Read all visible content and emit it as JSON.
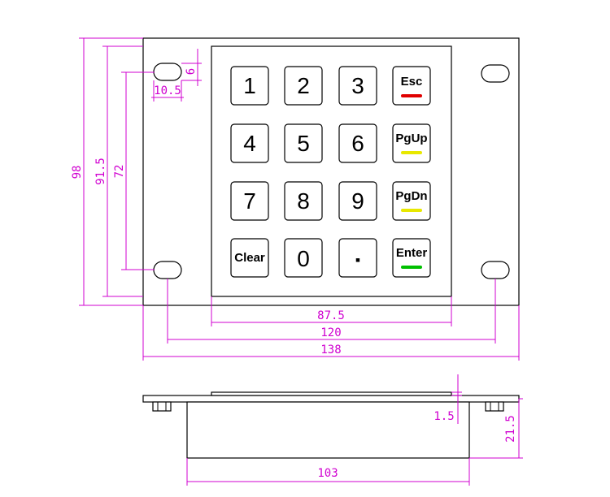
{
  "keys": {
    "k1": "1",
    "k2": "2",
    "k3": "3",
    "esc": "Esc",
    "k4": "4",
    "k5": "5",
    "k6": "6",
    "pgup": "PgUp",
    "k7": "7",
    "k8": "8",
    "k9": "9",
    "pgdn": "PgDn",
    "clear": "Clear",
    "k0": "0",
    "dot": "▪",
    "enter": "Enter"
  },
  "key_colors": {
    "esc": "#e00000",
    "pgup": "#e8e800",
    "pgdn": "#e8e800",
    "enter": "#00c000"
  },
  "dimensions": {
    "width_total": "138",
    "height_total": "98",
    "hole_x_spacing": "120",
    "hole_y_spacing_outer": "91.5",
    "hole_y_spacing_inner": "72",
    "keypad_width": "87.5",
    "slot_width": "10.5",
    "slot_height": "6",
    "plate_thickness": "1.5",
    "depth": "21.5",
    "body_width": "103"
  },
  "colors": {
    "dimension": "#d000d0",
    "outline": "#000000"
  }
}
